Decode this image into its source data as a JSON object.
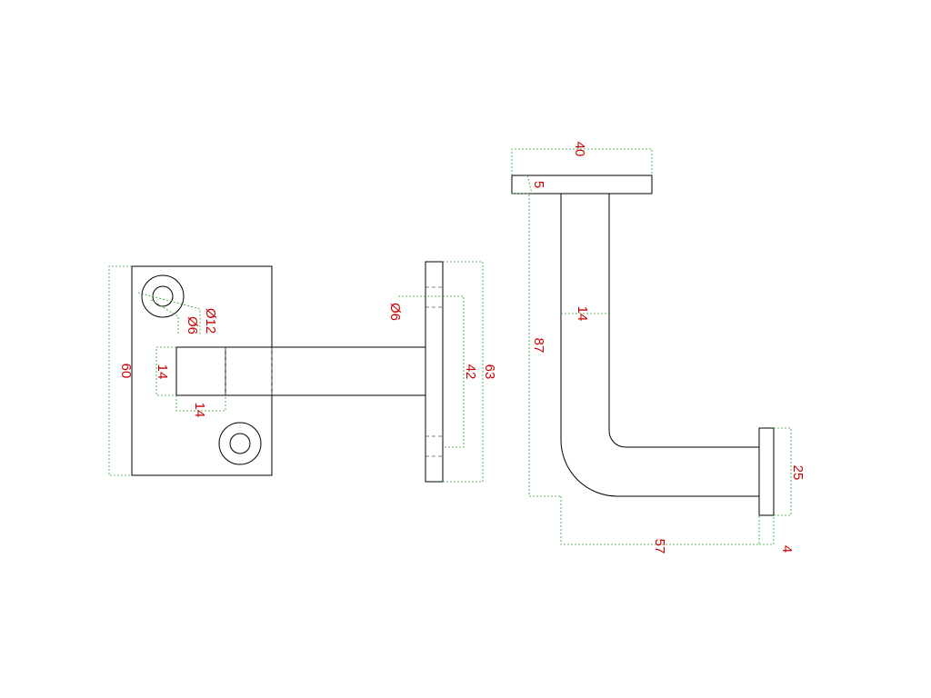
{
  "colors": {
    "outline": "#000000",
    "dimension_line": "#2ca02c",
    "dimension_text": "#cc0000",
    "background": "#ffffff"
  },
  "dimensions": {
    "base_height": "60",
    "hole_outer": "Ø12",
    "hole_inner": "Ø6",
    "tube_side_v": "14",
    "tube_side_h": "14",
    "pad_hole": "Ø6",
    "pad_hole_spacing": "42",
    "pad_height": "63",
    "top_plate_width": "40",
    "top_plate_thickness": "5",
    "tube_width": "14",
    "total_height": "87",
    "end_plate_height": "25",
    "horizontal_reach": "57",
    "end_plate_thickness": "4"
  }
}
